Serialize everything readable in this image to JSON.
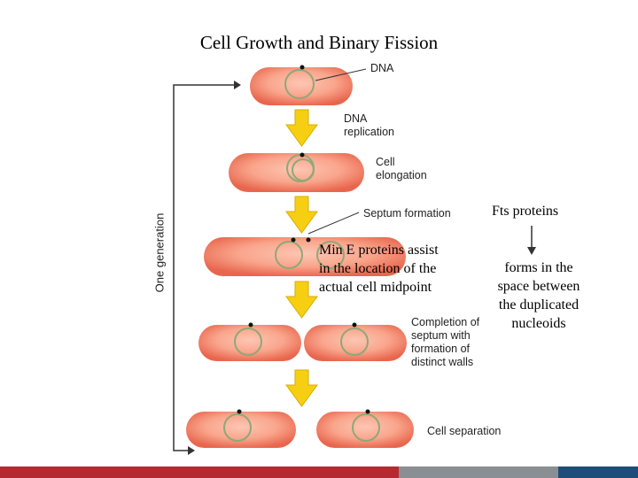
{
  "title": "Cell Growth and Binary Fission",
  "diagram": {
    "labels": {
      "dna": "DNA",
      "dna_replication": [
        "DNA",
        "replication"
      ],
      "cell_elongation": [
        "Cell",
        "elongation"
      ],
      "septum_formation": "Septum formation",
      "completion_of_septum": [
        "Completion of",
        "septum with",
        "formation of",
        "distinct walls"
      ],
      "cell_separation": "Cell separation",
      "one_generation": "One generation"
    },
    "notes": {
      "min_e": [
        "Min E proteins assist",
        "in the location of the",
        "actual cell midpoint"
      ],
      "fts_top": "Fts proteins",
      "fts_bottom": [
        "forms in the",
        "space between",
        "the duplicated",
        "nucleoids"
      ]
    }
  },
  "colors": {
    "cell_center": "#fbb7a2",
    "cell_edge": "#e8664d",
    "nucleoid": "#8fa877",
    "step_arrow": "#f6cf13",
    "footer": [
      "#b52a31",
      "#8a8f93",
      "#1f4d7a"
    ]
  }
}
